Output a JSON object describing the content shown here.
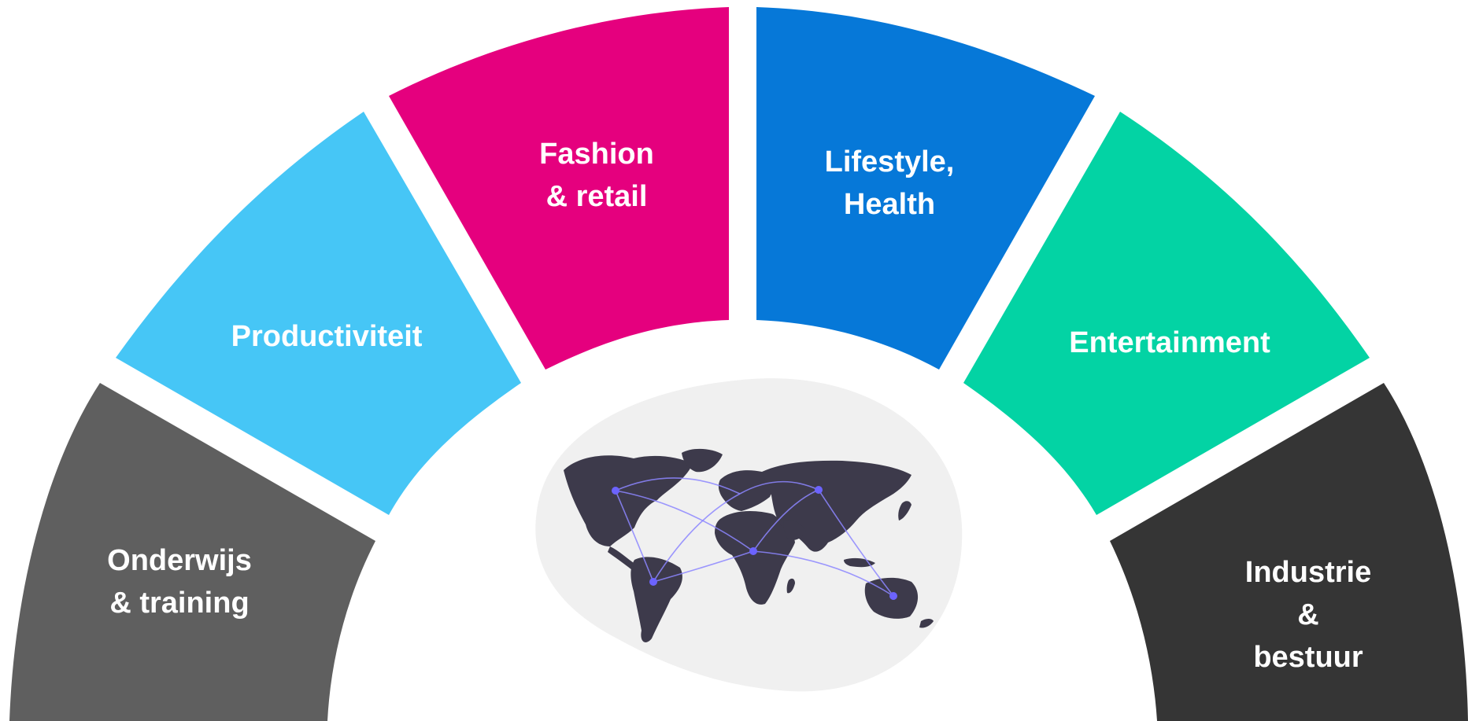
{
  "segments": [
    {
      "id": "onderwijs",
      "lines": [
        "Onderwijs",
        "& training"
      ],
      "color": "#5f5f5f"
    },
    {
      "id": "productiviteit",
      "lines": [
        "Productiviteit"
      ],
      "color": "#46c6f6"
    },
    {
      "id": "fashion",
      "lines": [
        "Fashion",
        "& retail"
      ],
      "color": "#e5007e"
    },
    {
      "id": "lifestyle",
      "lines": [
        "Lifestyle,",
        "Health"
      ],
      "color": "#0678d8"
    },
    {
      "id": "entertainment",
      "lines": [
        "Entertainment"
      ],
      "color": "#03d3a4"
    },
    {
      "id": "industrie",
      "lines": [
        "Industrie",
        "&",
        "bestuur"
      ],
      "color": "#353535"
    }
  ],
  "center": {
    "blob_color": "#f0f0f0",
    "map_color": "#3d3a4b",
    "node_color": "#6c63ff",
    "link_color": "#8c86ff",
    "icon": "world-map-icon"
  }
}
